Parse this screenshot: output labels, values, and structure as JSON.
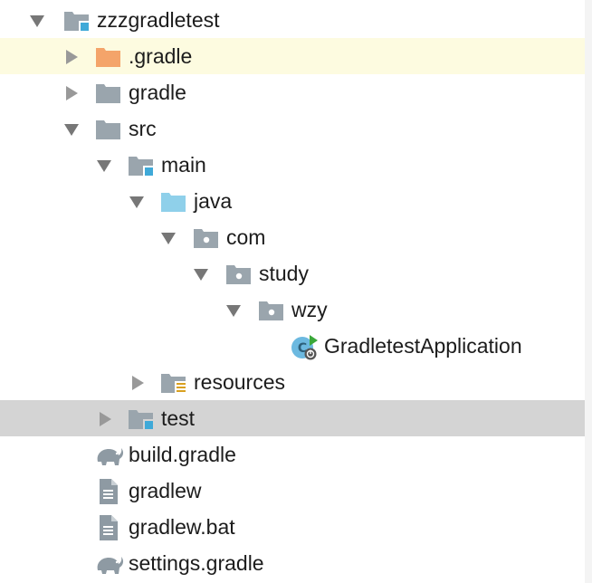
{
  "tree": {
    "root": {
      "label": "zzzgradletest",
      "expanded": true
    },
    "dot_gradle": {
      "label": ".gradle",
      "expanded": false
    },
    "gradle_dir": {
      "label": "gradle",
      "expanded": false
    },
    "src": {
      "label": "src",
      "expanded": true
    },
    "main": {
      "label": "main",
      "expanded": true
    },
    "java": {
      "label": "java",
      "expanded": true
    },
    "com": {
      "label": "com",
      "expanded": true
    },
    "study": {
      "label": "study",
      "expanded": true
    },
    "wzy": {
      "label": "wzy",
      "expanded": true
    },
    "app_class": {
      "label": "GradletestApplication"
    },
    "resources": {
      "label": "resources",
      "expanded": false
    },
    "test": {
      "label": "test",
      "expanded": false
    },
    "build_gradle": {
      "label": "build.gradle"
    },
    "gradlew": {
      "label": "gradlew"
    },
    "gradlew_bat": {
      "label": "gradlew.bat"
    },
    "settings_gradle": {
      "label": "settings.gradle"
    }
  },
  "colors": {
    "folder_gray": "#9aa5ad",
    "folder_orange": "#f4a46a",
    "folder_blue": "#8fd0ea",
    "module_badge": "#3fa9d8",
    "selected_light": "#fdfbe0",
    "selected_gray": "#d4d4d4"
  }
}
